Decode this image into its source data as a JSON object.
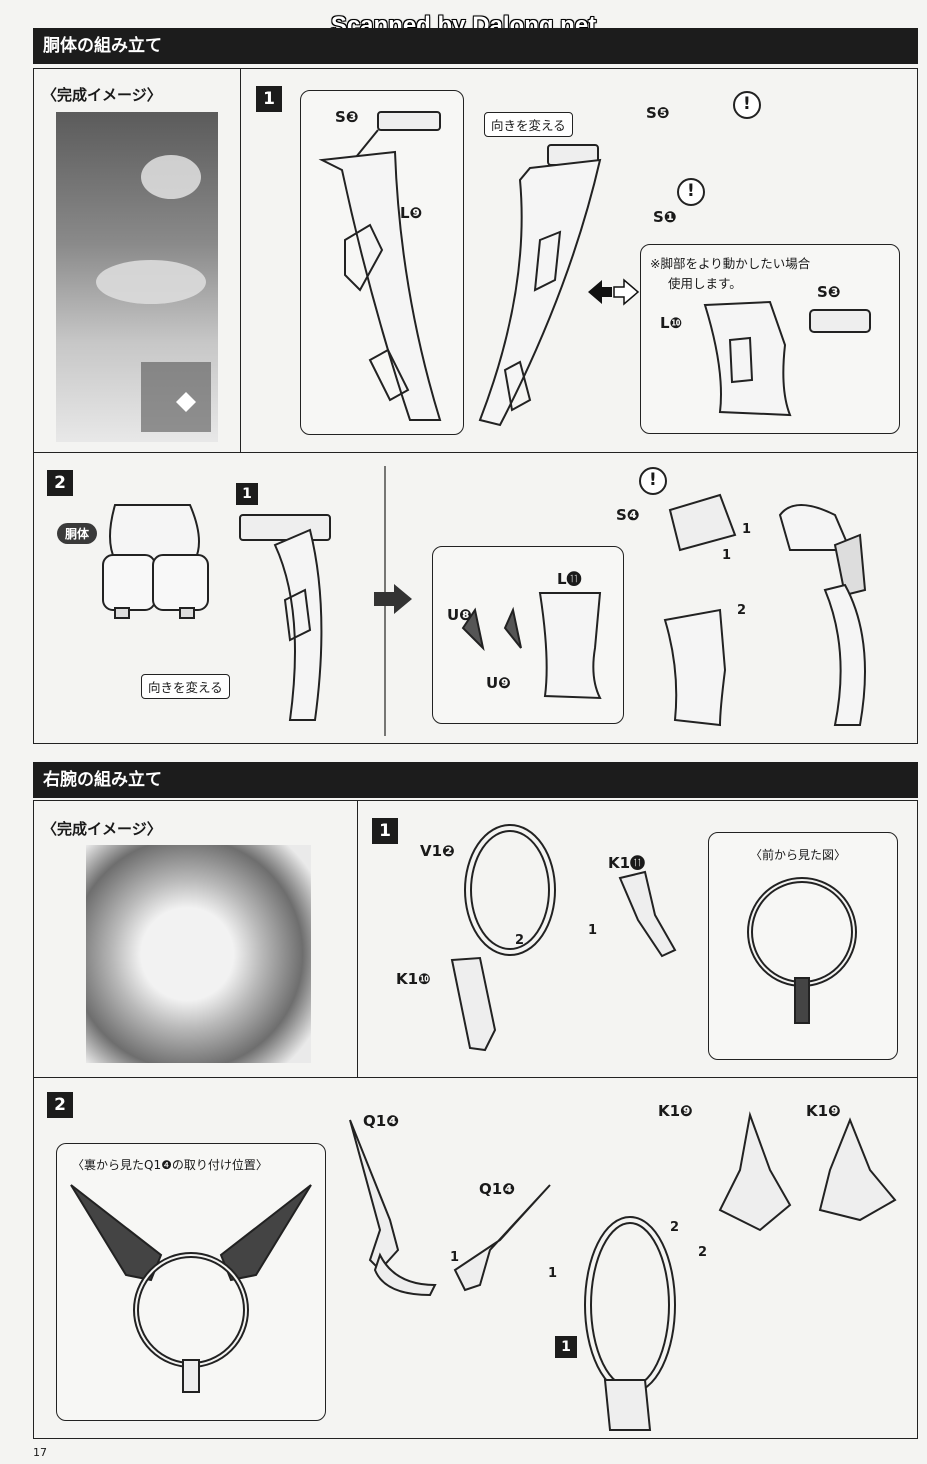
{
  "watermark": "Scanned by Dalong.net",
  "sections": {
    "torso": {
      "header": "胴体の組み立て",
      "completed_image_label": "〈完成イメージ〉",
      "step1": {
        "num": "1",
        "labels": {
          "s3_top": "S❸",
          "l9": "L❾",
          "change_direction": "向きを変える",
          "s5": "S❺",
          "s1": "S❶",
          "alert": "!",
          "note_line1": "※脚部をより動かしたい場合",
          "note_line2": "使用します。",
          "s3_alt": "S❸",
          "l10": "L❿"
        }
      },
      "step2": {
        "num": "2",
        "labels": {
          "torso_tag": "胴体",
          "ref_step": "1",
          "change_direction": "向きを変える",
          "l11": "L⓫",
          "u8": "U❽",
          "u9": "U❾",
          "s4": "S❹",
          "alert": "!",
          "order1a": "1",
          "order1b": "1",
          "order2": "2"
        }
      }
    },
    "right_arm": {
      "header": "右腕の組み立て",
      "completed_image_label": "〈完成イメージ〉",
      "step1": {
        "num": "1",
        "labels": {
          "v1_2": "V1❷",
          "k1_11": "K1⓫",
          "k1_10": "K1❿",
          "order1": "1",
          "order2": "2",
          "front_view": "〈前から見た図〉"
        }
      },
      "step2": {
        "num": "2",
        "labels": {
          "back_view": "〈裏から見たQ1❹の取り付け位置〉",
          "q1_4_a": "Q1❹",
          "q1_4_b": "Q1❹",
          "k1_9_a": "K1❾",
          "k1_9_b": "K1❾",
          "ref_step": "1",
          "order1a": "1",
          "order1b": "1",
          "order2a": "2",
          "order2b": "2"
        }
      }
    }
  },
  "page_number": "17"
}
